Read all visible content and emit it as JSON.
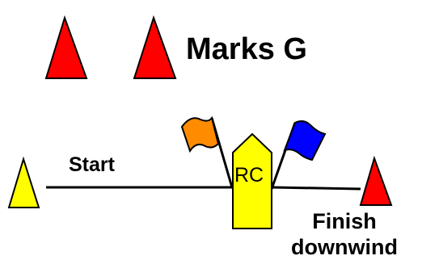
{
  "title": "Marks G",
  "start_label": "Start",
  "committee_boat_label": "RC",
  "finish_label_line1": "Finish",
  "finish_label_line2": "downwind",
  "colors": {
    "mark": "#ff0000",
    "pin": "#ffff00",
    "committee_boat": "#ffff00",
    "flag_orange": "#ff8c00",
    "flag_blue": "#0000ff",
    "outline": "#000000"
  }
}
